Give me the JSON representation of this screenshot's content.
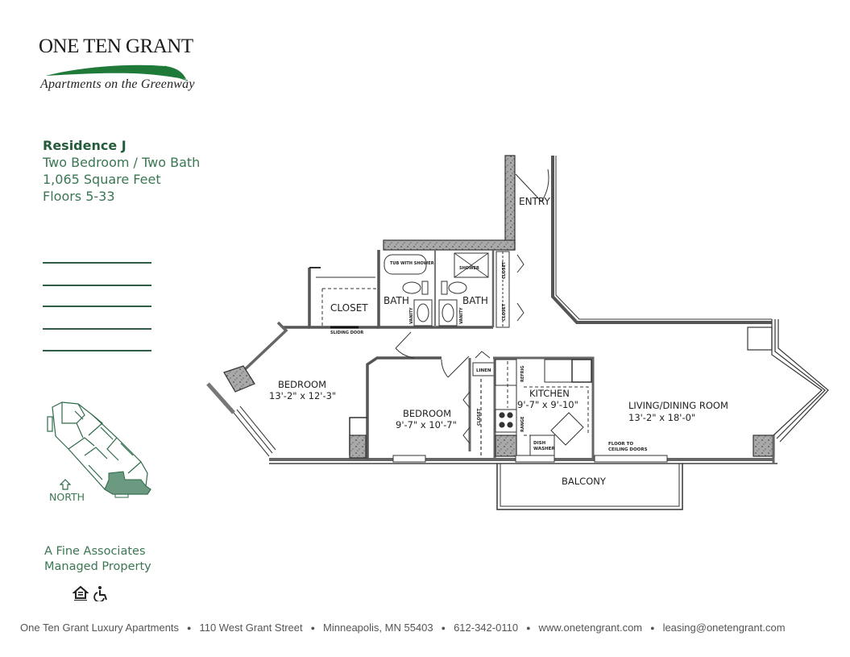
{
  "logo": {
    "title": "ONE TEN GRANT",
    "tagline": "Apartments on the Greenway",
    "swoosh_color": "#1f7a3a"
  },
  "residence": {
    "name": "Residence J",
    "type": "Two Bedroom / Two Bath",
    "area": "1,065 Square Feet",
    "floors": "Floors 5-33"
  },
  "blank_lines_count": 5,
  "key_plan": {
    "north_label": "NORTH",
    "outline_color": "#2f6b4a",
    "highlight_color": "#6b9a80"
  },
  "management": {
    "line1": "A Fine Associates",
    "line2": "Managed Property"
  },
  "badges": [
    {
      "name": "equal-housing-icon"
    },
    {
      "name": "wheelchair-accessible-icon"
    }
  ],
  "footer": {
    "items": [
      "One Ten Grant Luxury Apartments",
      "110 West Grant Street",
      "Minneapolis, MN 55403",
      "612-342-0110",
      "www.onetengrant.com",
      "leasing@onetengrant.com"
    ],
    "separator": "●"
  },
  "floor_plan": {
    "rooms": {
      "entry": "ENTRY",
      "closet_main": "CLOSET",
      "sliding_door": "SLIDING DOOR",
      "bath1": "BATH",
      "bath2": "BATH",
      "tub": "TUB WITH SHOWER",
      "shower": "SHOWER",
      "vanity1": "VANITY",
      "vanity2": "VANITY",
      "closet_v1": "CLOSET",
      "closet_v2": "CLOSET",
      "bedroom1": "BEDROOM",
      "bedroom1_dims": "13'-2\" x 12'-3\"",
      "bedroom2": "BEDROOM",
      "bedroom2_dims": "9'-7\" x 10'-7\"",
      "linen": "LINEN",
      "closet_b2": "CLOSET",
      "kitchen": "KITCHEN",
      "kitchen_dims": "9'-7\" x 9'-10\"",
      "refrig": "REFRIG",
      "range": "RANGE",
      "dishwasher1": "DISH",
      "dishwasher2": "WASHER",
      "living": "LIVING/DINING ROOM",
      "living_dims": "13'-2\" x 18'-0\"",
      "floor_doors1": "FLOOR TO",
      "floor_doors2": "CEILING DOORS",
      "balcony": "BALCONY"
    }
  }
}
